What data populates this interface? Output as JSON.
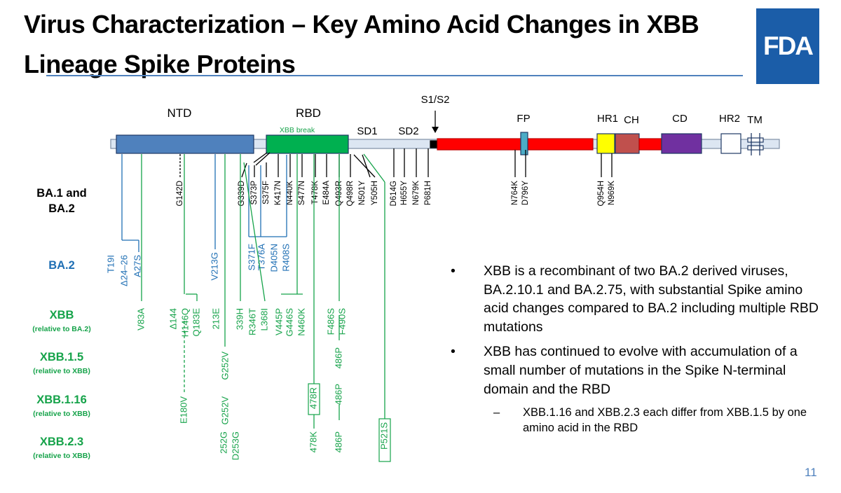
{
  "title": "Virus Characterization – Key Amino Acid Changes in XBB Lineage Spike Proteins",
  "logo_text": "FDA",
  "page_number": "11",
  "colors": {
    "black": "#000000",
    "ba2_blue": "#1f6fb4",
    "xbb_green": "#16a34a",
    "ntd": "#4f81bd",
    "rbd": "#00b050",
    "cleavage": "#ff0000",
    "fp": "#4bacc6",
    "hr1": "#ffff00",
    "ch": "#c0504d",
    "cd": "#7030a0",
    "backbone": "#dce6f2"
  },
  "domains": [
    {
      "label": "NTD"
    },
    {
      "label": "RBD"
    },
    {
      "label": "SD1"
    },
    {
      "label": "SD2"
    },
    {
      "label": "S1/S2"
    },
    {
      "label": "FP"
    },
    {
      "label": "HR1"
    },
    {
      "label": "CH"
    },
    {
      "label": "CD"
    },
    {
      "label": "HR2"
    },
    {
      "label": "TM"
    }
  ],
  "xbb_break_label": "XBB break",
  "row_labels": [
    {
      "lines": [
        "BA.1 and",
        "BA.2"
      ],
      "color": "black"
    },
    {
      "lines": [
        "BA.2"
      ],
      "color": "ba2_blue"
    },
    {
      "lines": [
        "XBB",
        "(relative to BA.2)"
      ],
      "color": "xbb_green"
    },
    {
      "lines": [
        "XBB.1.5",
        "(relative to XBB)"
      ],
      "color": "xbb_green"
    },
    {
      "lines": [
        "XBB.1.16",
        "(relative to XBB)"
      ],
      "color": "xbb_green"
    },
    {
      "lines": [
        "XBB.2.3",
        "(relative to XBB)"
      ],
      "color": "xbb_green"
    }
  ],
  "mutations": {
    "ba1_ba2": [
      "G142D",
      "G339D",
      "S373P",
      "S375F",
      "K417N",
      "N440K",
      "S477N",
      "T478K",
      "E484A",
      "Q493R",
      "Q498R",
      "N501Y",
      "Y505H",
      "D614G",
      "H655Y",
      "N679K",
      "P681H",
      "N764K",
      "D796Y",
      "Q954H",
      "N969K"
    ],
    "ba2": [
      "T19I",
      "Δ24–26",
      "A27S",
      "V213G",
      "S371F",
      "T376A",
      "D405N",
      "R408S"
    ],
    "xbb": [
      "V83A",
      "Δ144",
      "H146Q",
      "Q183E",
      "213E",
      "339H",
      "R346T",
      "L368I",
      "V445P",
      "G446S",
      "N460K",
      "F486S",
      "F490S"
    ],
    "xbb15": [
      "G252V",
      "486P"
    ],
    "xbb116": [
      "E180V",
      "G252V",
      "478R",
      "486P"
    ],
    "xbb23": [
      "252G",
      "D253G",
      "478K",
      "486P",
      "P521S"
    ]
  },
  "bullets": [
    {
      "text": "XBB is a recombinant of two BA.2 derived viruses, BA.2.10.1 and BA.2.75, with substantial Spike amino acid changes compared to BA.2 including multiple RBD mutations",
      "level": 1
    },
    {
      "text": "XBB has continued to evolve with accumulation of a small number of mutations in the Spike N-terminal domain and the RBD",
      "level": 1
    },
    {
      "text": "XBB.1.16 and XBB.2.3 each differ from XBB.1.5 by one amino acid in the RBD",
      "level": 2
    }
  ],
  "bullet_marks": {
    "level1": "•",
    "level2": "–"
  }
}
